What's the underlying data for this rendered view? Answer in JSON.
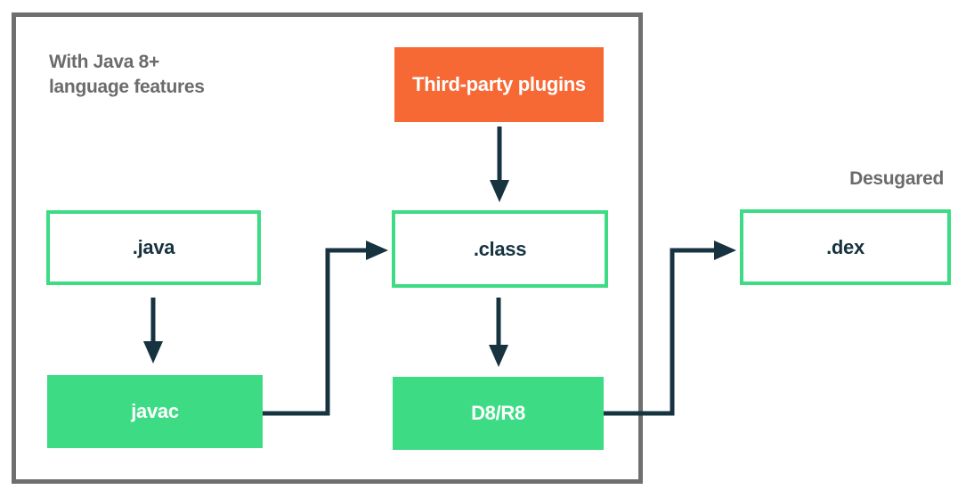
{
  "diagram": {
    "note": "With Java 8+\nlanguage features",
    "desugared_label": "Desugared",
    "nodes": {
      "third_party": {
        "label": "Third-party plugins",
        "style": "orange-filled"
      },
      "java": {
        "label": ".java",
        "style": "green-outline"
      },
      "class": {
        "label": ".class",
        "style": "green-outline"
      },
      "dex": {
        "label": ".dex",
        "style": "green-outline"
      },
      "javac": {
        "label": "javac",
        "style": "green-filled"
      },
      "d8r8": {
        "label": "D8/R8",
        "style": "green-filled"
      }
    },
    "edges": [
      {
        "from": "third_party",
        "to": "class"
      },
      {
        "from": "java",
        "to": "javac"
      },
      {
        "from": "javac",
        "to": "class"
      },
      {
        "from": "class",
        "to": "d8r8"
      },
      {
        "from": "d8r8",
        "to": "dex"
      }
    ],
    "colors": {
      "green": "#3ddc84",
      "orange": "#f66935",
      "navy": "#17333f",
      "gray_border": "#6f6f6f",
      "gray_text": "#6b6b6b"
    }
  }
}
